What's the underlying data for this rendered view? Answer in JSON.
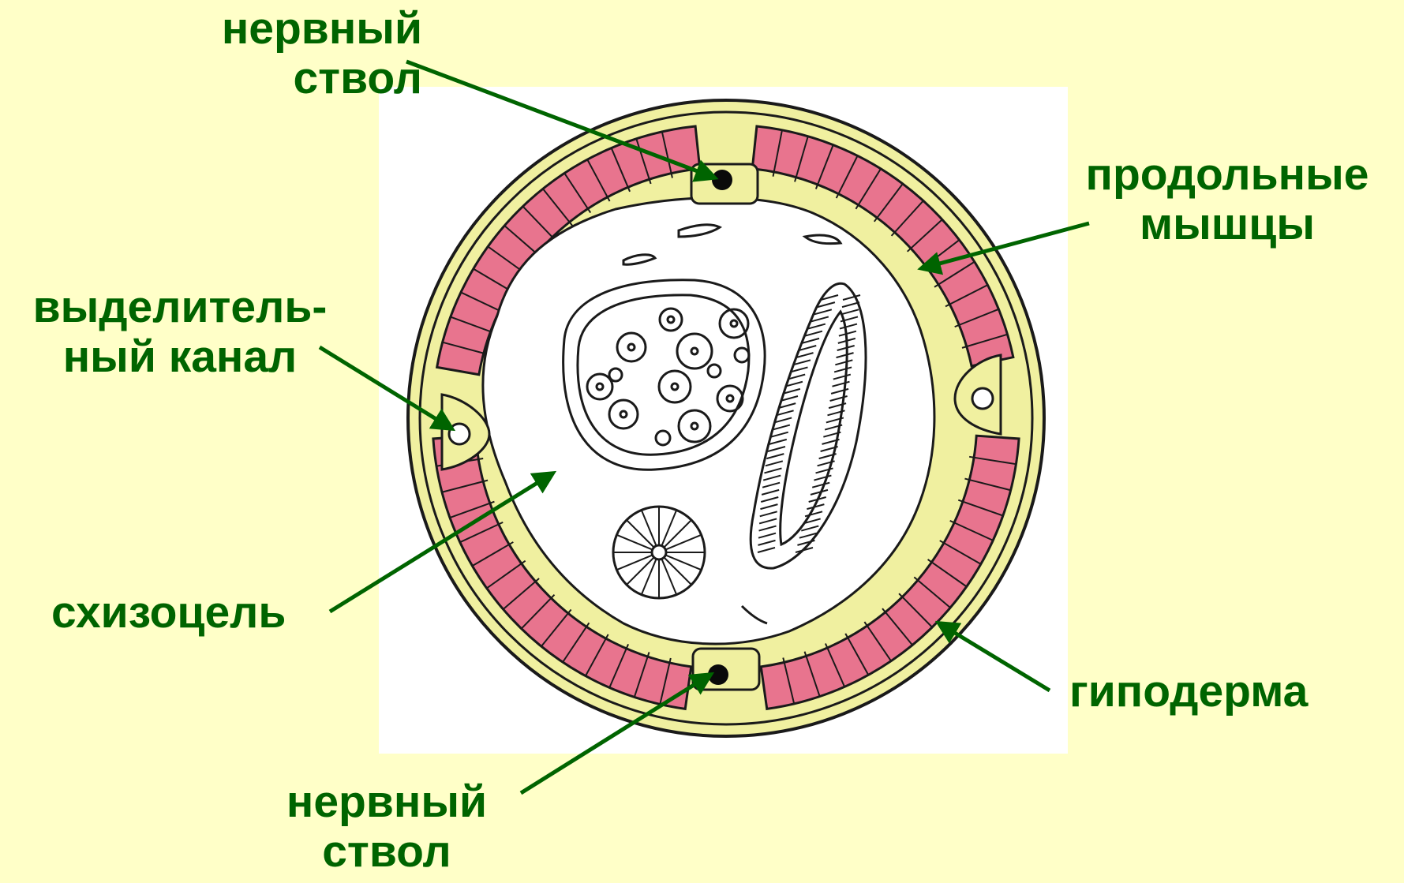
{
  "colors": {
    "background": "#FFFFC8",
    "label_text": "#006400",
    "arrow": "#006400",
    "panel": "#FFFFFF",
    "hypodermis": "#F0F0A0",
    "muscle": "#E8748E",
    "outline": "#1A1A1A"
  },
  "labels": {
    "nerve_cord_top": "нервный\nствол",
    "longitudinal_muscles": "продольные\nмышцы",
    "excretory_canal": "выделитель-\nный канал",
    "schizocoel": "схизоцель",
    "hypodermis": "гиподерма",
    "nerve_cord_bottom": "нервный\nствол"
  }
}
